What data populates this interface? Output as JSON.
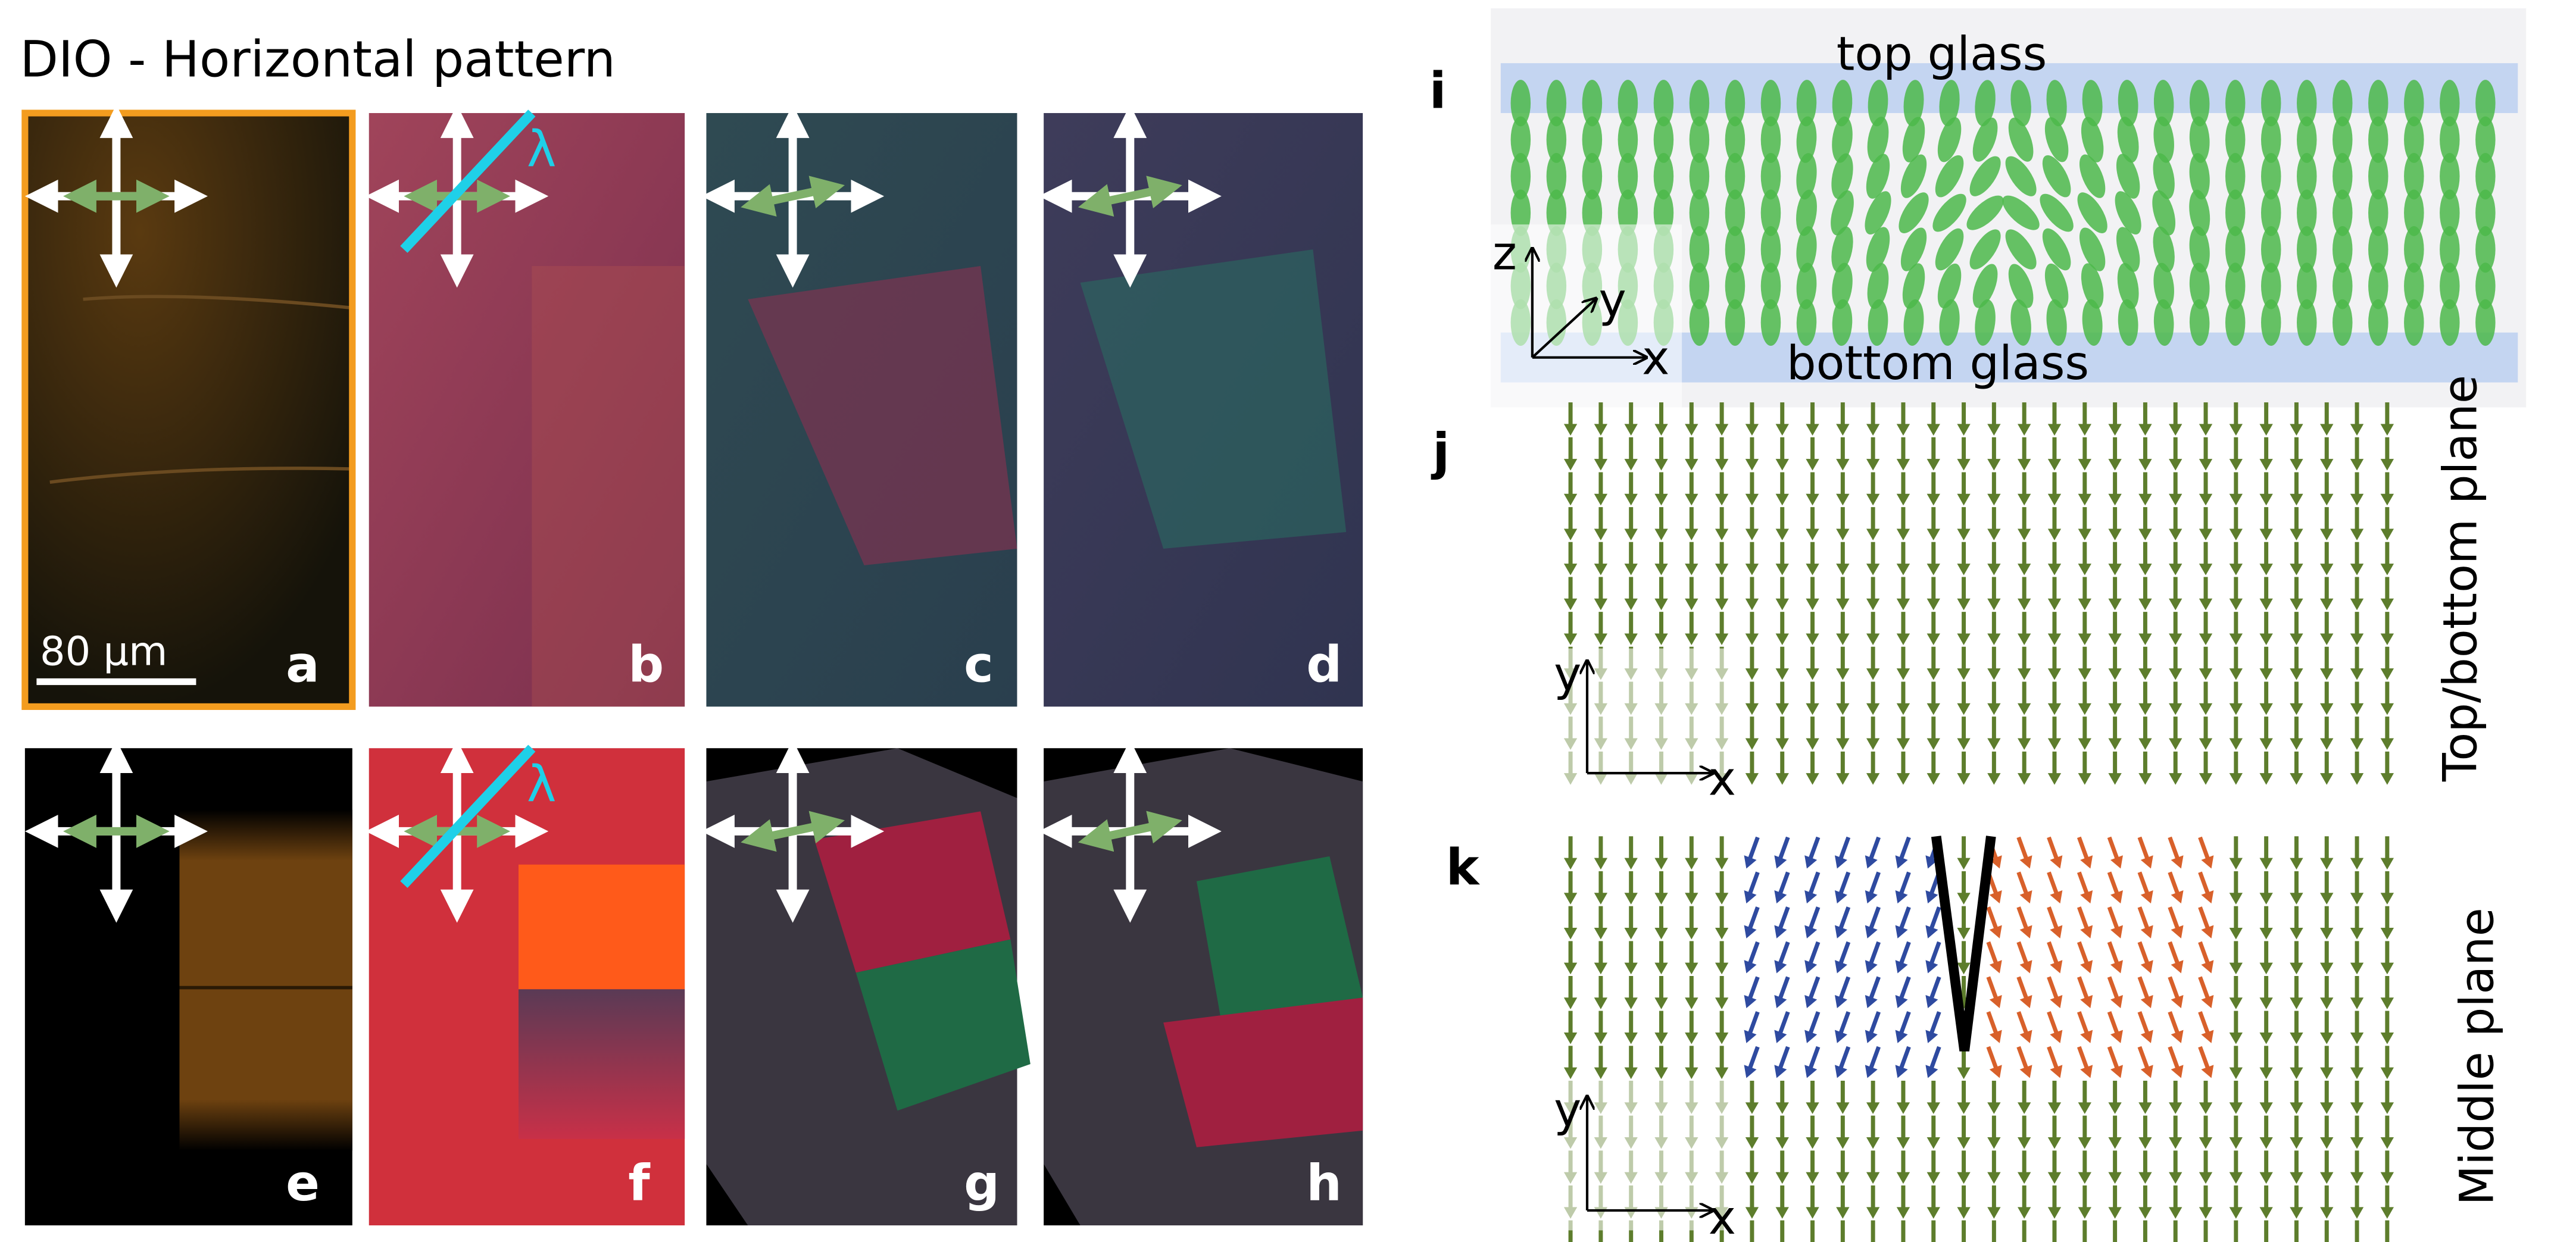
{
  "figure": {
    "title": "DIO - Horizontal pattern",
    "panels": {
      "a": "a",
      "b": "b",
      "c": "c",
      "d": "d",
      "e": "e",
      "f": "f",
      "g": "g",
      "h": "h",
      "i": "i",
      "j": "j",
      "k": "k"
    },
    "scale_bar": "80 µm",
    "wave_plate_symbol": "λ",
    "panel_i": {
      "top_label": "top glass",
      "bottom_label": "bottom glass",
      "axes": [
        "x",
        "y",
        "z"
      ]
    },
    "panel_j": {
      "side_label": "Top/bottom plane",
      "axes": [
        "x",
        "y"
      ]
    },
    "panel_k": {
      "side_label": "Middle plane",
      "axes": [
        "x",
        "y"
      ]
    },
    "colors": {
      "highlight_border": "#f39c1f",
      "polarizer_arrows": "#ffffff",
      "analyzer_arrow": "#7fb06a",
      "wave_plate": "#1fd0e8",
      "director_green": "#5d7d2c",
      "director_blue": "#2e4aa0",
      "director_orange": "#d8602a",
      "defect_line": "#000000"
    }
  }
}
